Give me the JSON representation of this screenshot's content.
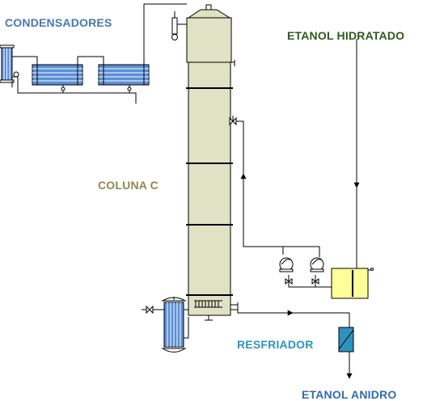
{
  "labels": {
    "condensadores": "CONDENSADORES",
    "etanol_hidratado": "ETANOL HIDRATADO",
    "coluna": "COLUNA C",
    "resfriador": "RESFRIADOR",
    "etanol_anidro": "ETANOL ANIDRO"
  },
  "colors": {
    "condensadores": "#4a75b8",
    "etanol_hidratado": "#2f5a1f",
    "coluna": "#8e8a4e",
    "resfriador": "#2f93c0",
    "etanol_anidro": "#2f6cb0",
    "column_fill": "#dfe2c4",
    "tank_fill": "#ffff99",
    "exchanger_fill": "#5b8fd6",
    "line": "#000000"
  }
}
